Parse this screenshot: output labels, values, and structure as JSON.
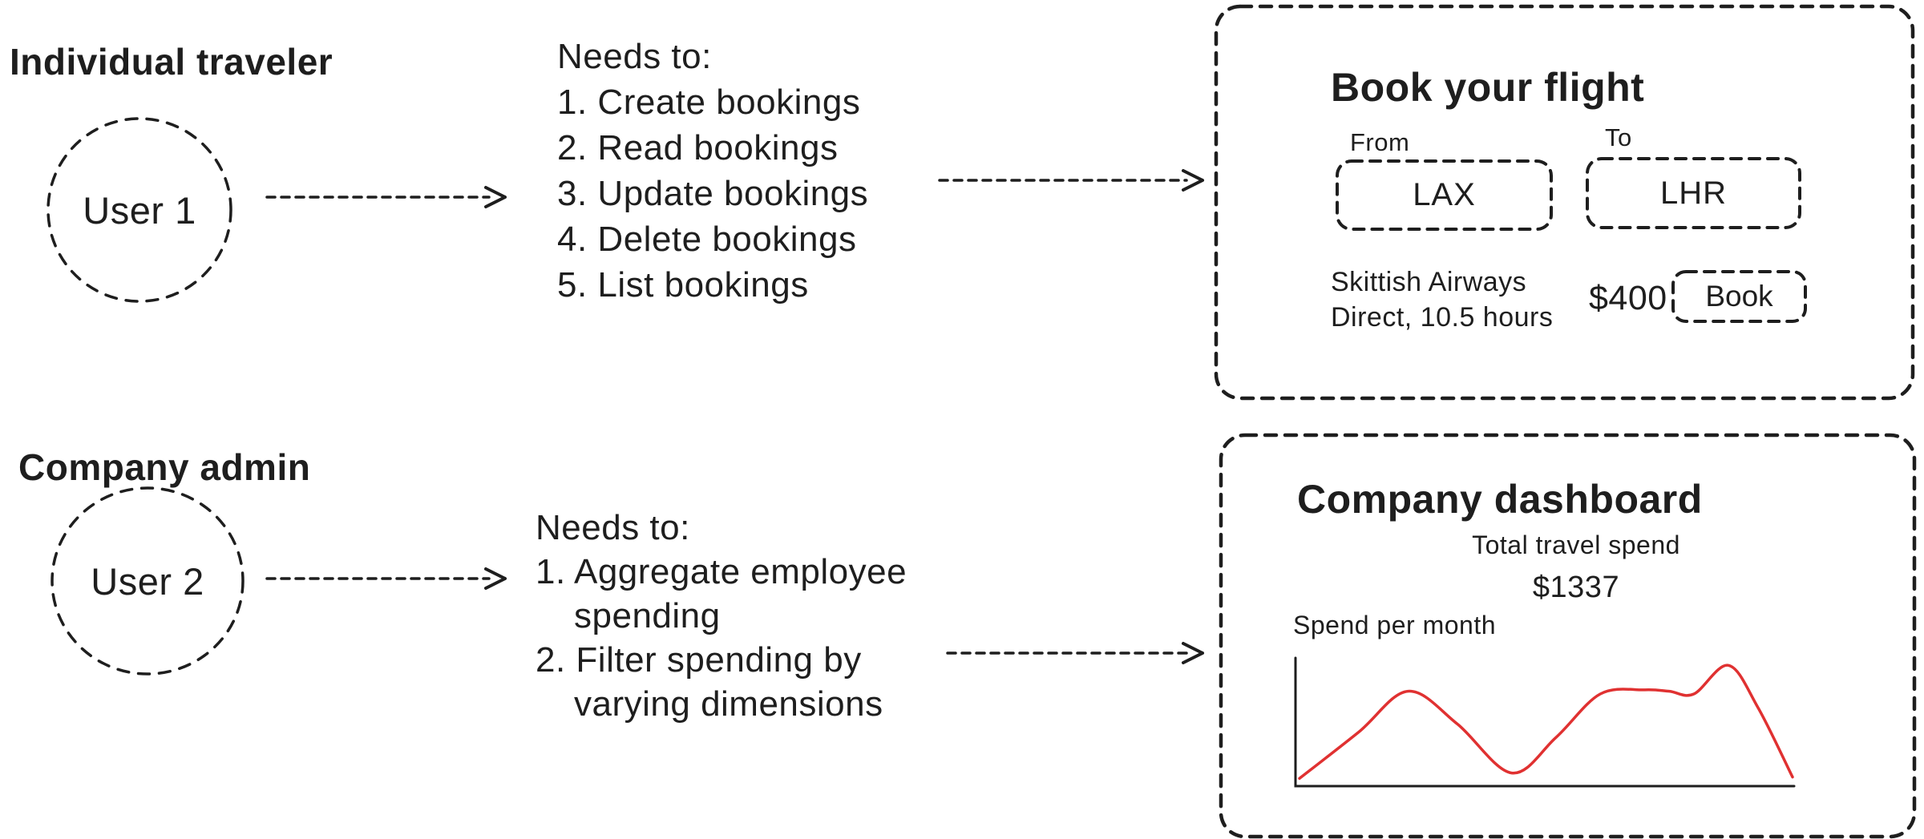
{
  "colors": {
    "ink": "#1e1e1e",
    "accent_red": "#e03131",
    "background": "#ffffff"
  },
  "actors": {
    "traveler": {
      "role_label": "Individual traveler",
      "user_label": "User 1",
      "needs_heading": "Needs to:",
      "needs": [
        "1. Create bookings",
        "2. Read bookings",
        "3. Update bookings",
        "4. Delete bookings",
        "5. List bookings"
      ]
    },
    "admin": {
      "role_label": "Company admin",
      "user_label": "User 2",
      "needs_heading": "Needs to:",
      "needs_lines": [
        "1. Aggregate employee",
        "spending",
        "2. Filter spending by",
        "varying dimensions"
      ]
    }
  },
  "flight_panel": {
    "title": "Book your flight",
    "from_label": "From",
    "from_value": "LAX",
    "to_label": "To",
    "to_value": "LHR",
    "flight_info_line1": "Skittish Airways",
    "flight_info_line2": "Direct, 10.5 hours",
    "price": "$400",
    "book_button_label": "Book"
  },
  "dashboard_panel": {
    "title": "Company dashboard",
    "metric_label": "Total travel spend",
    "metric_value": "$1337",
    "chart_label": "Spend per month"
  },
  "chart_data": {
    "type": "line",
    "title": "Spend per month",
    "xlabel": "",
    "ylabel": "",
    "x_tick_labels": [],
    "y_tick_labels": [],
    "legend": "none",
    "grid": false,
    "line_color": "#e03131",
    "x_pct": [
      0,
      12,
      22,
      32,
      43,
      52,
      61,
      70,
      75,
      80,
      87,
      93,
      100
    ],
    "values": [
      8,
      42,
      72,
      48,
      12,
      38,
      70,
      73,
      72,
      70,
      91,
      60,
      9
    ],
    "value_range": [
      0,
      100
    ]
  }
}
